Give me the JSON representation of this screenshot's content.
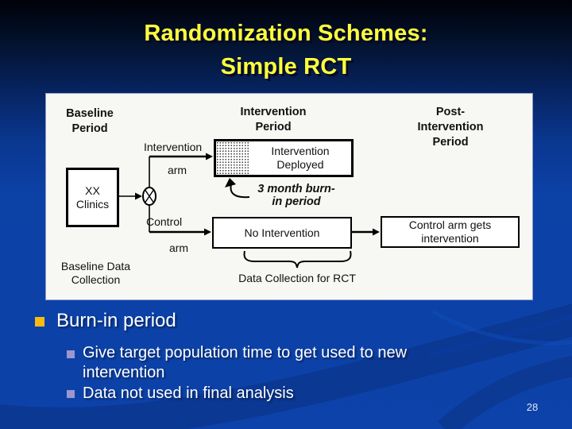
{
  "slide": {
    "title_line1": "Randomization Schemes:",
    "title_line2": "Simple RCT",
    "page_number": "28"
  },
  "diagram": {
    "headers": {
      "baseline": "Baseline\nPeriod",
      "intervention": "Intervention\nPeriod",
      "post_intervention": "Post-\nIntervention\nPeriod"
    },
    "clinics_box": "XX\nClinics",
    "intervention_arm": {
      "line1": "Intervention",
      "line2": "arm"
    },
    "control_arm": {
      "line1": "Control",
      "line2": "arm"
    },
    "boxes": {
      "intervention_deployed": "Intervention\nDeployed",
      "no_intervention": "No Intervention",
      "control_gets_intervention": "Control arm gets\nintervention"
    },
    "annotations": {
      "burn_in": "3 month burn-\nin period",
      "baseline_data": "Baseline Data\nCollection",
      "rct_data": "Data Collection for RCT"
    }
  },
  "bullets": {
    "main": "Burn-in period",
    "sub": [
      "Give target population time to get used to new intervention",
      "Data not used in final analysis"
    ]
  },
  "colors": {
    "title_text": "#FFFF3B",
    "background_blue": "#0C42A9",
    "bullet_main_marker": "#F9BA13",
    "bullet_sub_marker": "#9D96CF",
    "panel_background": "#F7F7F4",
    "diagram_ink": "#000000"
  }
}
